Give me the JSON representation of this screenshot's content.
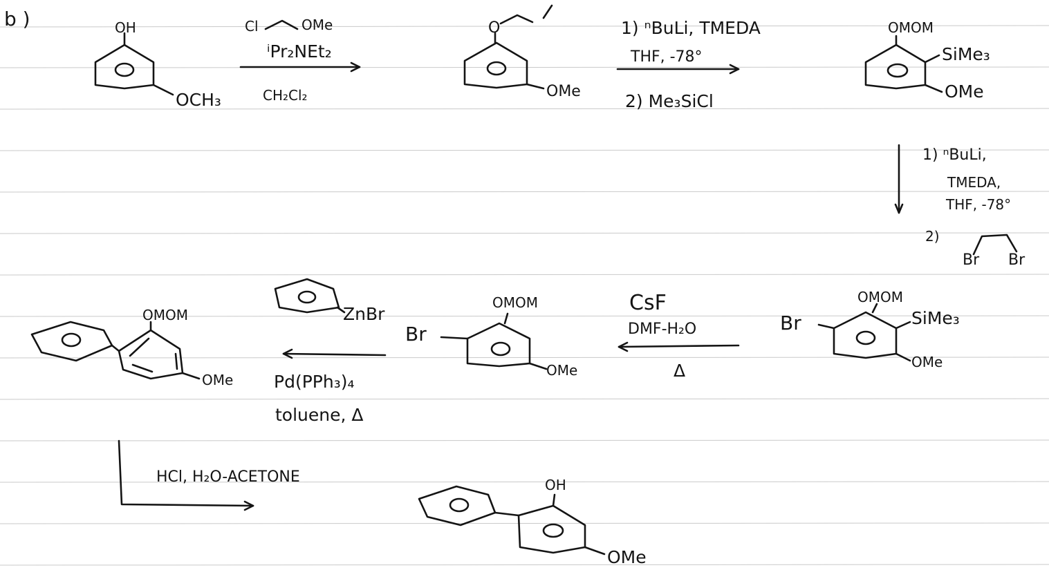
{
  "part_label": "b )",
  "molecules": {
    "m1": {
      "oh": "OH",
      "och3": "OCH₃"
    },
    "m2": {
      "o": "O",
      "ome": "OMe"
    },
    "m3": {
      "omom": "OMOM",
      "sime3": "SiMe₃",
      "ome": "OMe"
    },
    "m4": {
      "omom": "OMOM",
      "br": "Br",
      "sime3": "SiMe₃",
      "ome": "OMe"
    },
    "m5": {
      "omom": "OMOM",
      "br": "Br",
      "ome": "OMe"
    },
    "m6": {
      "omom": "OMOM",
      "ome": "OMe"
    },
    "m7": {
      "oh": "OH",
      "ome": "OMe"
    }
  },
  "reagents": {
    "step1": {
      "line1": "Cl",
      "line1b": "OMe",
      "line2": "ⁱPr₂NEt₂",
      "line3": "CH₂Cl₂"
    },
    "step2": {
      "line1": "1) ⁿBuLi, TMEDA",
      "line2": "THF, -78°",
      "line3": "2) Me₃SiCl"
    },
    "step3": {
      "line1": "1) ⁿBuLi,",
      "line2": "TMEDA,",
      "line3": "THF, -78°",
      "line4": "2)",
      "br_left": "Br",
      "br_right": "Br"
    },
    "step4": {
      "line1": "CsF",
      "line2": "DMF-H₂O",
      "line3": "Δ"
    },
    "step5": {
      "reagent": "ZnBr",
      "line1": "Pd(PPh₃)₄",
      "line2": "toluene, Δ"
    },
    "step6": {
      "line1": "HCl, H₂O-ACETONE"
    }
  }
}
